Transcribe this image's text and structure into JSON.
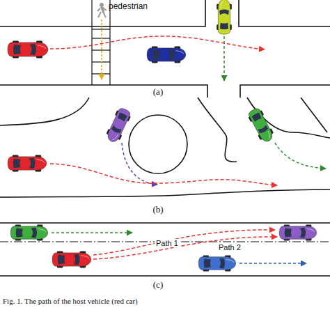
{
  "diagram": {
    "caption": "Fig. 1. The path of the host vehicle (red car)",
    "labels": [
      "pedestrian",
      "(a)",
      "(b)",
      "(c)",
      "Path 1",
      "Path 2"
    ]
  }
}
